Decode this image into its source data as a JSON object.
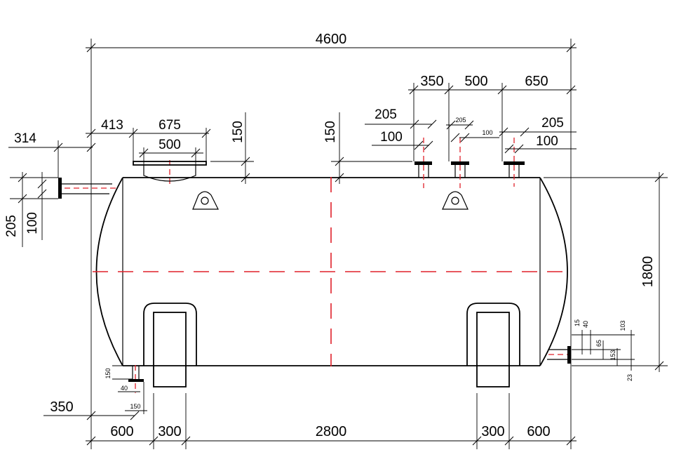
{
  "drawing": {
    "colors": {
      "line": "#000000",
      "centerline": "#e0202a",
      "background": "#ffffff"
    },
    "dimensions": {
      "overall_length": "4600",
      "nozzle_pitch_1": "350",
      "nozzle_pitch_2": "500",
      "nozzle_pitch_3": "650",
      "left_nozzle_offset": "314",
      "manhole_offset": "413",
      "manhole_outer": "675",
      "manhole_inner": "500",
      "manhole_height": "150",
      "center_nozzle_height": "150",
      "nozzle1_flange": "205",
      "nozzle1_pipe": "100",
      "nozzle2_flange": "205",
      "nozzle2_pipe": "100",
      "nozzle3_flange": "205",
      "nozzle3_pipe": "100",
      "left_nozzle_flange": "205",
      "left_nozzle_pipe": "100",
      "diameter": "1800",
      "bottom_nozzle_height": "150",
      "bottom_nozzle_pipe": "40",
      "bottom_nozzle_flange": "150",
      "bottom_nozzle_offset": "350",
      "saddle_offset_left": "600",
      "saddle_width_left": "300",
      "saddle_span": "2800",
      "saddle_width_right": "300",
      "saddle_offset_right": "600",
      "outlet_15": "15",
      "outlet_40": "40",
      "outlet_65": "65",
      "outlet_103": "103",
      "outlet_153": "153",
      "outlet_23": "23"
    }
  }
}
